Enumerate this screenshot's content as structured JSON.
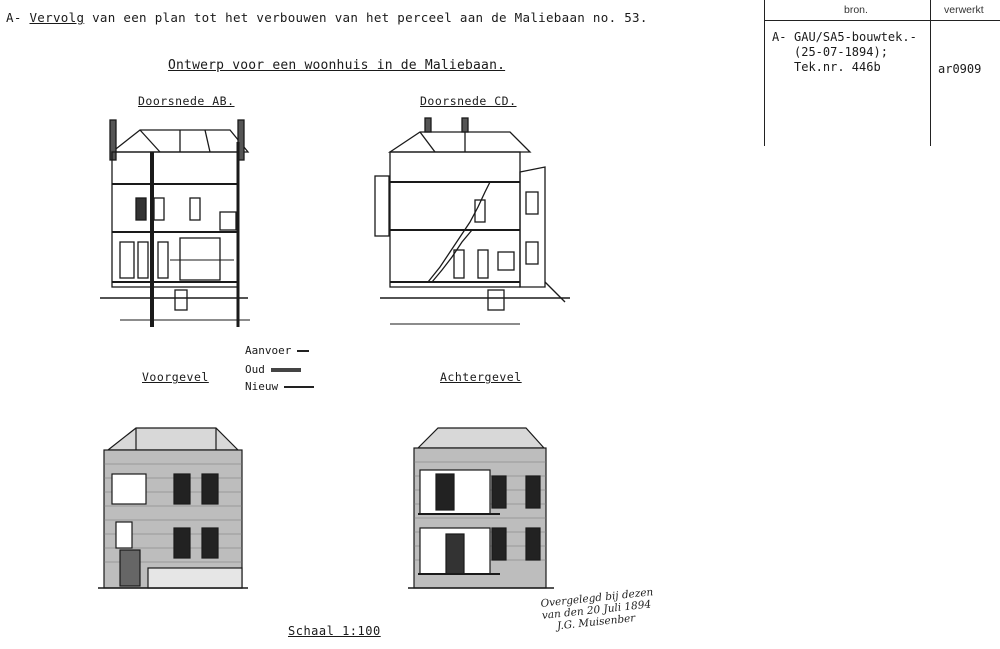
{
  "header": {
    "prefix": "A-",
    "vervolg": "Vervolg",
    "rest": "van een plan tot het verbouwen van het perceel aan de Maliebaan no. 53."
  },
  "title": "Ontwerp voor een woonhuis in de Maliebaan.",
  "sections": {
    "ab": "Doorsnede AB.",
    "cd": "Doorsnede CD.",
    "voorgevel": "Voorgevel",
    "achtergevel": "Achtergevel"
  },
  "legend": {
    "aanvoer": "Aanvoer",
    "oud": "Oud",
    "nieuw": "Nieuw"
  },
  "scale": "Schaal 1:100",
  "source_box": {
    "col_bron": "bron.",
    "col_verwerkt": "verwerkt",
    "marker": "A-",
    "bron_lines": "GAU/SA5-bouwtek.-\n(25-07-1894);\nTek.nr. 446b",
    "verwerkt": "ar0909"
  },
  "signature": {
    "line1": "Overgelegd bij dezen",
    "line2": "van den 20 Juli 1894",
    "line3": "J.G. Muisenber"
  }
}
